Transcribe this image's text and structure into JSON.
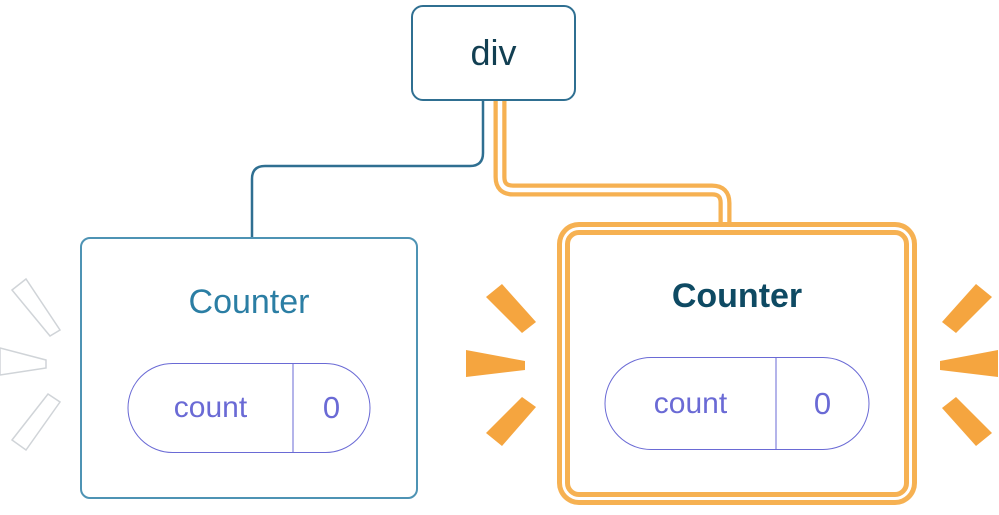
{
  "tree": {
    "root": {
      "label": "div"
    },
    "children": [
      {
        "label": "Counter",
        "pill": {
          "key": "count",
          "value": "0"
        },
        "highlighted": false,
        "sparks_color": "#FFFFFF"
      },
      {
        "label": "Counter",
        "pill": {
          "key": "count",
          "value": "0"
        },
        "highlighted": true,
        "sparks_color": "#F5A53F"
      }
    ]
  },
  "colors": {
    "node_border_blue": "#4E93B4",
    "connector_blue": "#2F6F91",
    "root_text": "#123F52",
    "counter_left_text": "#2B7EA4",
    "counter_right_text": "#0E4A63",
    "pill_purple": "#6A6AD5",
    "highlight_orange": "#F6B152",
    "spark_orange": "#F5A53F",
    "background": "#FFFFFF"
  }
}
